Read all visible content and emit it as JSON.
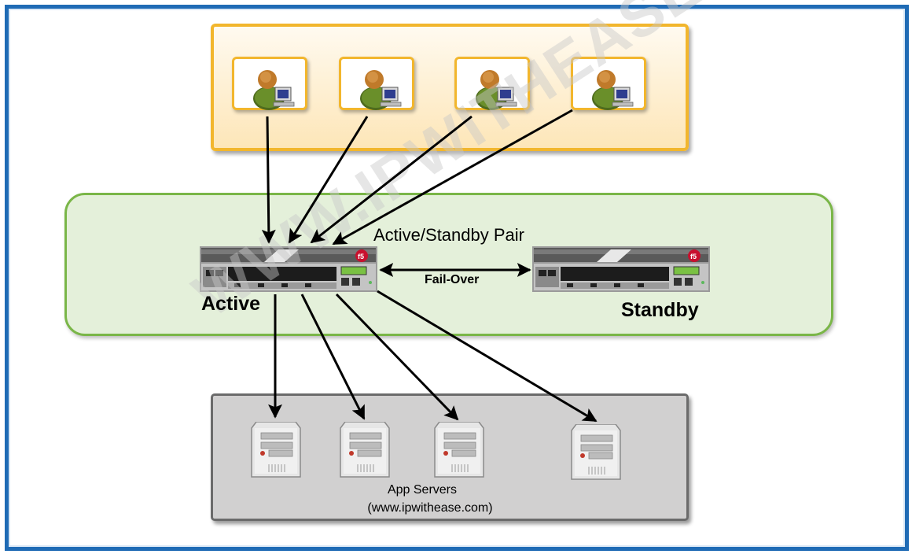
{
  "diagram": {
    "pair_label": "Active/Standby Pair",
    "active_label": "Active",
    "standby_label": "Standby",
    "failover_label": "Fail-Over",
    "servers_label": "App Servers",
    "servers_site": "(www.ipwithease.com)",
    "watermark": "WWW.IPWITHEASE.COM",
    "client_icons": [
      "user-computer-icon",
      "user-computer-icon",
      "user-computer-icon",
      "user-computer-icon"
    ],
    "server_icons": [
      "server-icon",
      "server-icon",
      "server-icon",
      "server-icon"
    ],
    "device_icons": [
      "load-balancer-icon",
      "load-balancer-icon"
    ],
    "colors": {
      "frame": "#1f6bb5",
      "clients_border": "#f2b62d",
      "clients_fill": "#fde6b8",
      "lb_border": "#7ab648",
      "lb_fill": "#e4f0da",
      "servers_border": "#6b6b6b",
      "servers_fill": "#d1d0d0"
    }
  }
}
